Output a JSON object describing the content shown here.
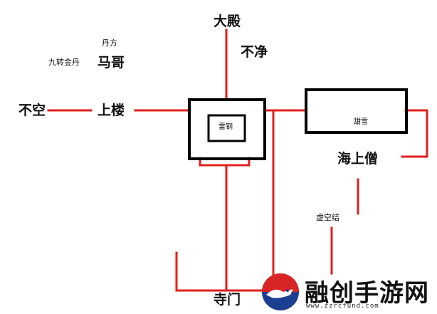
{
  "nodes": {
    "da_dian": "大殿",
    "bu_jing": "不净",
    "dan_fang": "丹方",
    "jiu_zhuan_jin_dan": "九转金丹",
    "ma_ge": "马哥",
    "bu_kong": "不空",
    "shang_lou": "上楼",
    "lei_gang": "雷钢",
    "tian_xue": "甜雪",
    "hai_shang_seng": "海上僧",
    "xu_kong_jie": "虚空结",
    "si_men": "寺门"
  },
  "watermark": {
    "brand": "融创手游网",
    "url": "www.zzrcfund.com"
  },
  "colors": {
    "path": "#e0201c",
    "box": "#000000",
    "logo_blue": "#1c3f91",
    "logo_red": "#d82424"
  }
}
